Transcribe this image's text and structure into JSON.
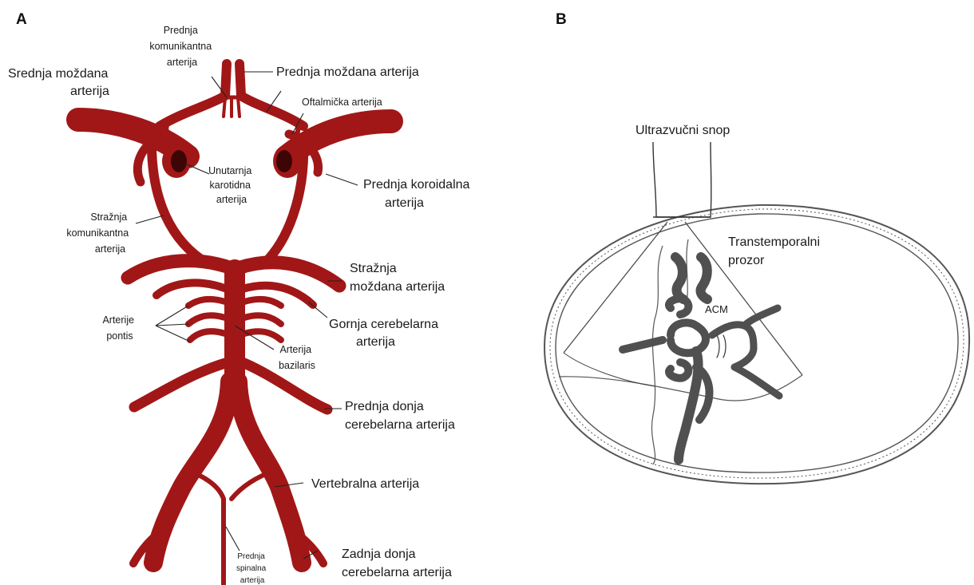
{
  "panels": {
    "a": {
      "letter": "A"
    },
    "b": {
      "letter": "B"
    }
  },
  "labels_a": {
    "srednja": [
      "Srednja moždana",
      "arterija"
    ],
    "prednja_komunikantna": [
      "Prednja",
      "komunikantna",
      "arterija"
    ],
    "prednja_mozdana": "Prednja moždana arterija",
    "oftalmicka": "Oftalmička arterija",
    "unutarnja_karotidna": [
      "Unutarnja",
      "karotidna",
      "arterija"
    ],
    "prednja_koroidalna": [
      "Prednja koroidalna",
      "arterija"
    ],
    "straznja_komunikantna": [
      "Stražnja",
      "komunikantna",
      "arterija"
    ],
    "straznja_mozdana": [
      "Stražnja",
      "moždana arterija"
    ],
    "arterije_pontis": [
      "Arterije",
      "pontis"
    ],
    "gornja_cerebelarna": [
      "Gornja cerebelarna",
      "arterija"
    ],
    "arterija_bazilaris": [
      "Arterija",
      "bazilaris"
    ],
    "prednja_donja": [
      "Prednja donja",
      "cerebelarna arterija"
    ],
    "vertebralna": "Vertebralna arterija",
    "zadnja_donja": [
      "Zadnja donja",
      "cerebelarna arterija"
    ],
    "prednja_spinalna": [
      "Prednja",
      "spinalna",
      "arterija"
    ]
  },
  "labels_b": {
    "ultrazvucni_snop": "Ultrazvučni snop",
    "transtemporalni_prozor": [
      "Transtemporalni",
      "prozor"
    ],
    "acm": "ACM"
  },
  "colors": {
    "artery": "#a11717",
    "artery_dark": "#3d0505",
    "vessel_b": "#505050",
    "skull": "#555555"
  }
}
